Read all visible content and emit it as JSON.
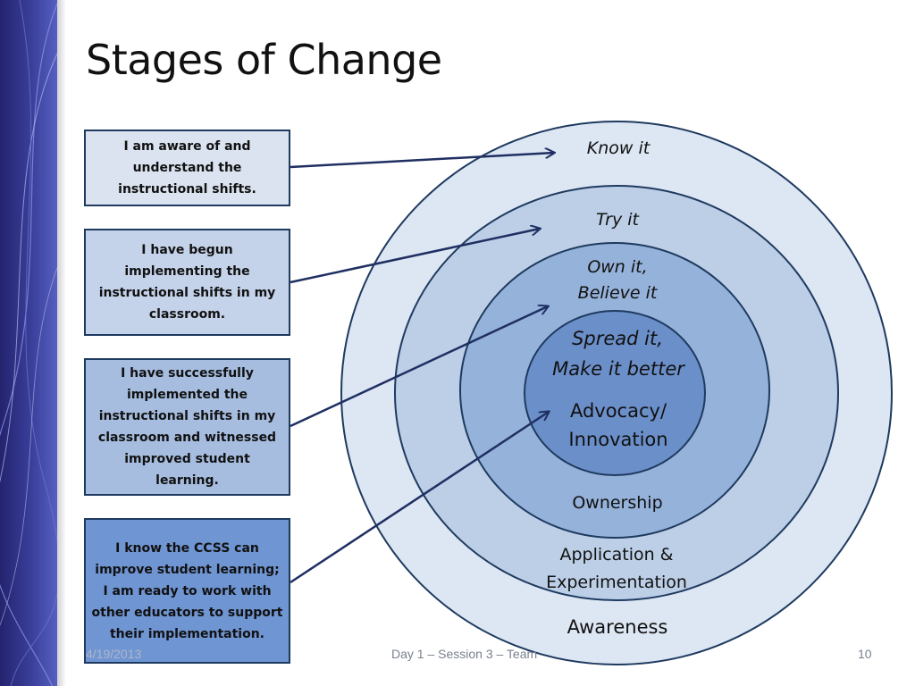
{
  "slide": {
    "title": "Stages of Change",
    "footer_date": "4/19/2013",
    "footer_center": "Day 1 – Session 3 – Team",
    "page_number": "10"
  },
  "colors": {
    "band_dark": "#23236e",
    "outer_ring": "#dde6f3",
    "ring_2": "#bccfe7",
    "ring_3": "#95b2da",
    "core": "#6b8fc9",
    "ring_stroke": "#1e3a5f",
    "arrow": "#1f2f62"
  },
  "boxes": [
    {
      "text": "I am aware of and understand the instructional shifts."
    },
    {
      "text": "I have begun implementing the instructional shifts in my classroom."
    },
    {
      "text": "I have successfully implemented the instructional shifts in my classroom and witnessed improved student learning."
    },
    {
      "text": "I know the CCSS can improve student learning; I am ready to work with other educators to support their implementation."
    }
  ],
  "rings": [
    {
      "stage": "Know it",
      "stage_2": "",
      "name": "Awareness"
    },
    {
      "stage": "Try it",
      "stage_2": "",
      "name": "Application &",
      "name_2": "Experimentation"
    },
    {
      "stage": "Own it,",
      "stage_2": "Believe it",
      "name": "Ownership"
    },
    {
      "stage": "Spread it,",
      "stage_2": "Make it better",
      "name": "Advocacy/",
      "name_2": "Innovation"
    }
  ]
}
